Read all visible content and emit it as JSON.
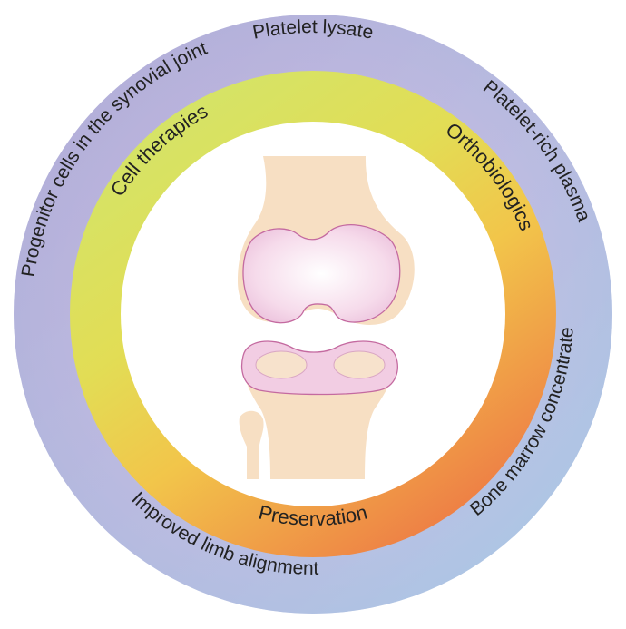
{
  "outer_ring": {
    "labels": {
      "top": "Platelet lysate",
      "upper_right": "Platelet-rich plasma",
      "left": "Progenitor cells in the synovial joint",
      "lower_right": "Bone marrow concentrate",
      "bottom": "Improved limb alignment"
    }
  },
  "inner_ring": {
    "labels": {
      "left": "Cell therapies",
      "right": "Orthobiologics",
      "bottom": "Preservation"
    }
  },
  "colors": {
    "outer_purple": "#b3a5d3",
    "outer_blue": "#a9cbe9",
    "outer_light": "#dde8f7",
    "inner_yellow_green": "#d6e35a",
    "inner_yellow": "#f1d24b",
    "inner_orange": "#ee8f45",
    "bone": "#f7dfc3",
    "cartilage": "#f2cde3",
    "cartilage_edge": "#c46aa0"
  },
  "center_icon": "knee-joint-icon"
}
